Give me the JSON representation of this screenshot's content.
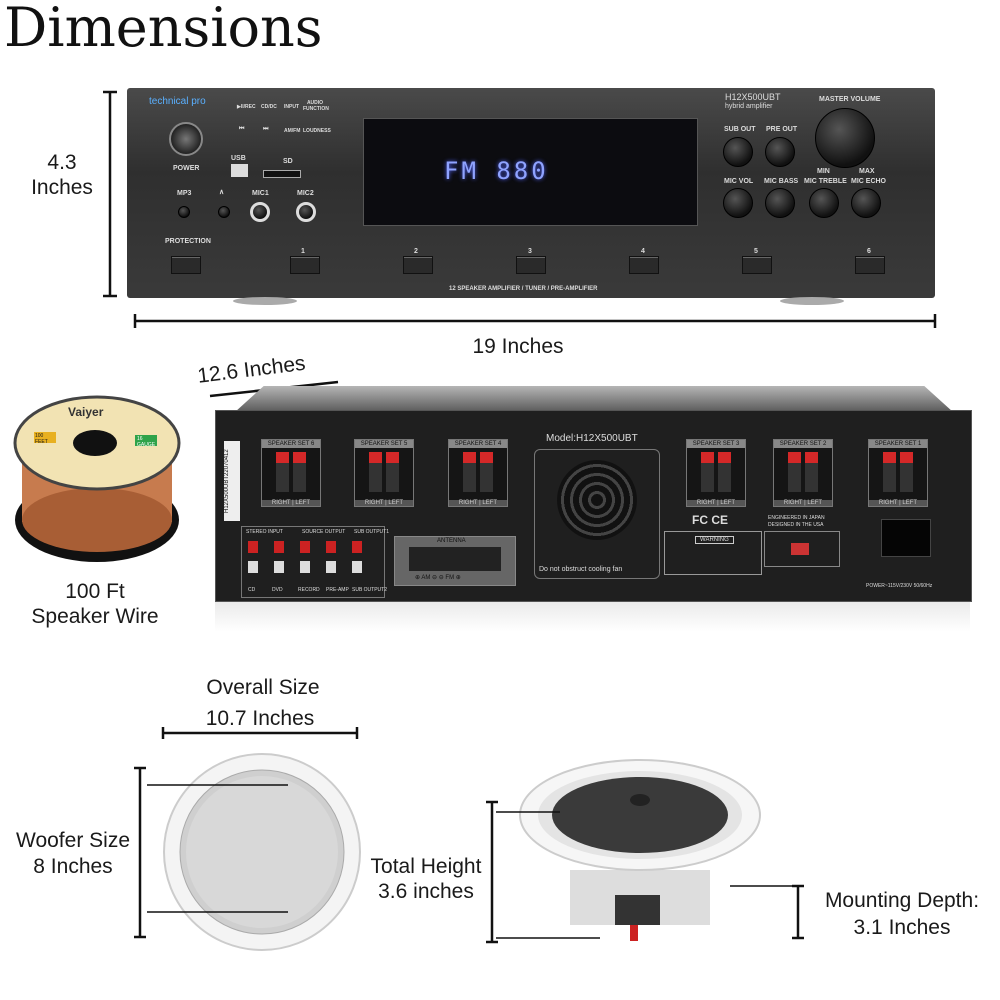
{
  "title": "Dimensions",
  "front_amp": {
    "brand": "technical pro",
    "model": "H12X500UBT",
    "subtitle": "hybrid amplifier",
    "power_label": "POWER",
    "button_labels": [
      "▶II/REC",
      "CD/DC",
      "INPUT",
      "AUDIO FUNCTION",
      "⏮",
      "⏭",
      "AM/FM",
      "LOUDNESS"
    ],
    "usb_label": "USB",
    "sd_label": "SD",
    "jack_labels": [
      "MP3",
      "∧",
      "MIC1",
      "MIC2"
    ],
    "display_text": "FM 880",
    "knob_labels": [
      "SUB OUT",
      "PRE OUT",
      "MIC VOL",
      "MIC BASS",
      "MIC TREBLE",
      "MIC ECHO"
    ],
    "master_volume": "MASTER VOLUME",
    "min_label": "MIN",
    "max_label": "MAX",
    "protection_label": "PROTECTION",
    "speaker_buttons": [
      "1",
      "2",
      "3",
      "4",
      "5",
      "6"
    ],
    "footer": "12 SPEAKER  AMPLIFIER / TUNER / PRE-AMPLIFIER"
  },
  "dimensions": {
    "height": "4.3\nInches",
    "height_line1": "4.3",
    "height_line2": "Inches",
    "width": "19 Inches",
    "depth": "12.6 Inches"
  },
  "rear_amp": {
    "model": "Model:H12X500UBT",
    "serial": "H12X500UBT22070412",
    "speaker_sets": [
      "SPEAKER SET 6",
      "SPEAKER SET 5",
      "SPEAKER SET 4",
      "SPEAKER SET 3",
      "SPEAKER SET 2",
      "SPEAKER SET 1"
    ],
    "right": "RIGHT",
    "left": "LEFT",
    "rca_headers": [
      "STEREO INPUT",
      "SOURCE OUTPUT",
      "SUB OUTPUT1"
    ],
    "rca_labels": [
      "CD",
      "DVD",
      "RECORD",
      "PRE-AMP",
      "SUB OUTPUT2"
    ],
    "antenna": "ANTENNA",
    "antenna_labels": "⊕ AM ⊖    ⊖ FM ⊕",
    "fan_note": "Do not obstruct cooling fan",
    "warning": "WARNING",
    "engineered": "ENGINEERED IN JAPAN",
    "designed": "DESIGNED IN THE USA",
    "power": "POWER~115V/230V  50/60Hz",
    "certs": "FC CE"
  },
  "wire": {
    "brand": "Vaiyer",
    "feet_badge": "100 FEET",
    "gauge_badge": "16 GAUGE",
    "label_line1": "100 Ft",
    "label_line2": "Speaker Wire"
  },
  "speaker_front": {
    "overall_label": "Overall Size",
    "overall_value": "10.7 Inches",
    "woofer_label": "Woofer Size",
    "woofer_value": "8 Inches"
  },
  "speaker_side": {
    "height_label": "Total Height",
    "height_value": "3.6 inches",
    "depth_label": "Mounting Depth:",
    "depth_value": "3.1 Inches"
  }
}
